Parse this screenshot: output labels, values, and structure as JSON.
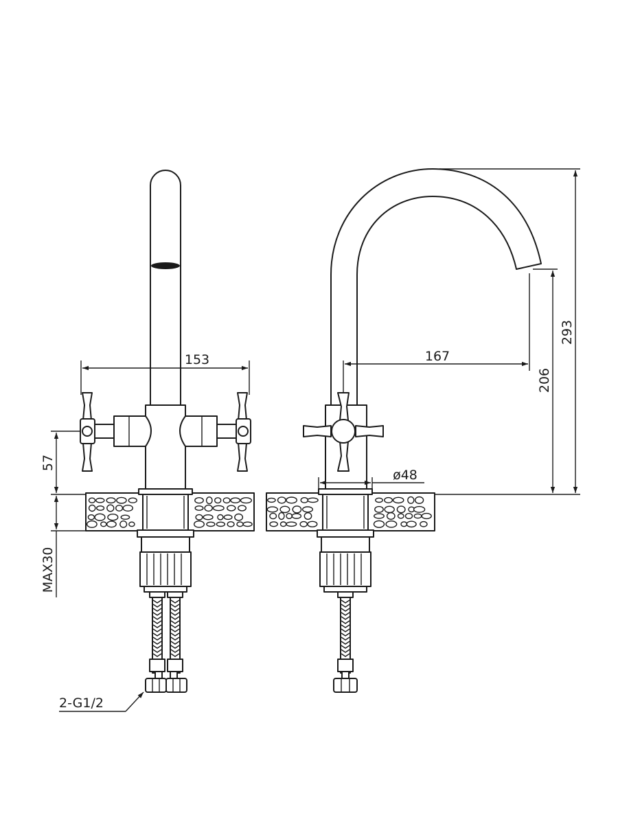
{
  "dimensions": {
    "overall_handle_width": "153",
    "handle_height": "57",
    "max_counter_thickness": "MAX30",
    "connection": "2-G1/2",
    "spout_reach": "167",
    "spout_outlet_height": "206",
    "overall_height": "293",
    "base_diameter": "ø48"
  }
}
